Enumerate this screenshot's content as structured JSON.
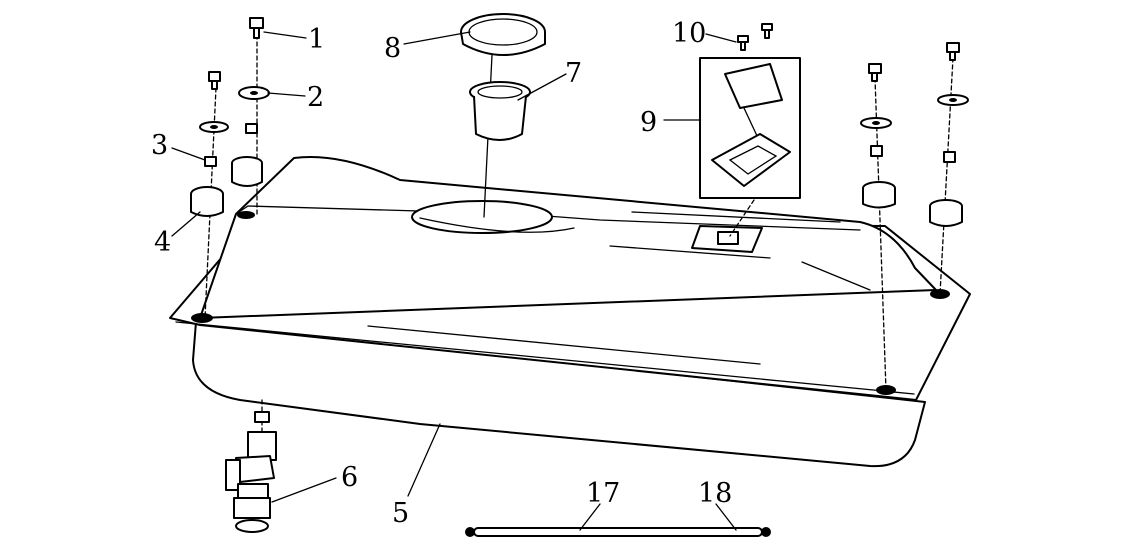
{
  "callouts": {
    "c1": "1",
    "c2": "2",
    "c3": "3",
    "c4": "4",
    "c5": "5",
    "c6": "6",
    "c7": "7",
    "c8": "8",
    "c9": "9",
    "c10": "10",
    "c17": "17",
    "c18": "18"
  },
  "colors": {
    "line": "#000000",
    "background": "#ffffff"
  }
}
